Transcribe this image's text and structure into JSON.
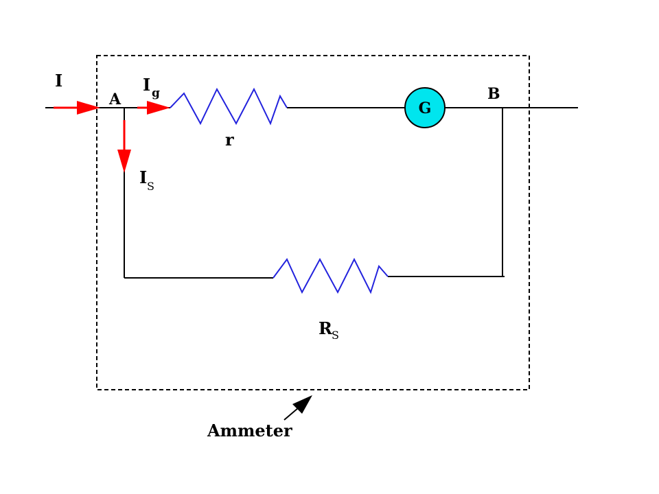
{
  "diagram": {
    "caption": "Ammeter",
    "labels": {
      "current_total": "I",
      "current_galv_main": "I",
      "current_galv_sub": "g",
      "current_shunt_main": "I",
      "current_shunt_sub": "S",
      "node_a": "A",
      "node_b": "B",
      "resistor_r": "r",
      "shunt_main": "R",
      "shunt_sub": "S",
      "galvanometer": "G"
    },
    "colors": {
      "wire": "#000000",
      "resistor": "#2222dd",
      "arrow": "#ff0000",
      "galvanometer_fill": "#00e5ee",
      "box_border": "#000000"
    },
    "icons": [
      "current-arrow-icon",
      "resistor-icon",
      "galvanometer-icon",
      "pointer-arrow-icon"
    ]
  }
}
